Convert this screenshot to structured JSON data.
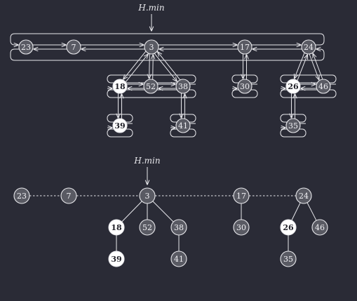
{
  "colors": {
    "background": "#2a2b36",
    "stroke": "#e8e8ec",
    "node_fill": "#595a63",
    "marked_fill": "#ffffff",
    "marked_text": "#1f1f27",
    "text": "#f0f0f4"
  },
  "pointer_label": "H.min",
  "heap": {
    "roots": [
      "23",
      "7",
      "3",
      "17",
      "24"
    ],
    "min_root": "3",
    "nodes": [
      {
        "id": "23",
        "key": "23",
        "marked": false
      },
      {
        "id": "7",
        "key": "7",
        "marked": false
      },
      {
        "id": "3",
        "key": "3",
        "marked": false
      },
      {
        "id": "17",
        "key": "17",
        "marked": false
      },
      {
        "id": "24",
        "key": "24",
        "marked": false
      },
      {
        "id": "18",
        "key": "18",
        "marked": true
      },
      {
        "id": "52",
        "key": "52",
        "marked": false
      },
      {
        "id": "38",
        "key": "38",
        "marked": false
      },
      {
        "id": "39",
        "key": "39",
        "marked": true
      },
      {
        "id": "41",
        "key": "41",
        "marked": false
      },
      {
        "id": "30",
        "key": "30",
        "marked": false
      },
      {
        "id": "26",
        "key": "26",
        "marked": true
      },
      {
        "id": "46",
        "key": "46",
        "marked": false
      },
      {
        "id": "35",
        "key": "35",
        "marked": false
      }
    ],
    "edges": [
      [
        "3",
        "18"
      ],
      [
        "3",
        "52"
      ],
      [
        "3",
        "38"
      ],
      [
        "18",
        "39"
      ],
      [
        "38",
        "41"
      ],
      [
        "17",
        "30"
      ],
      [
        "24",
        "26"
      ],
      [
        "24",
        "46"
      ],
      [
        "26",
        "35"
      ]
    ]
  }
}
